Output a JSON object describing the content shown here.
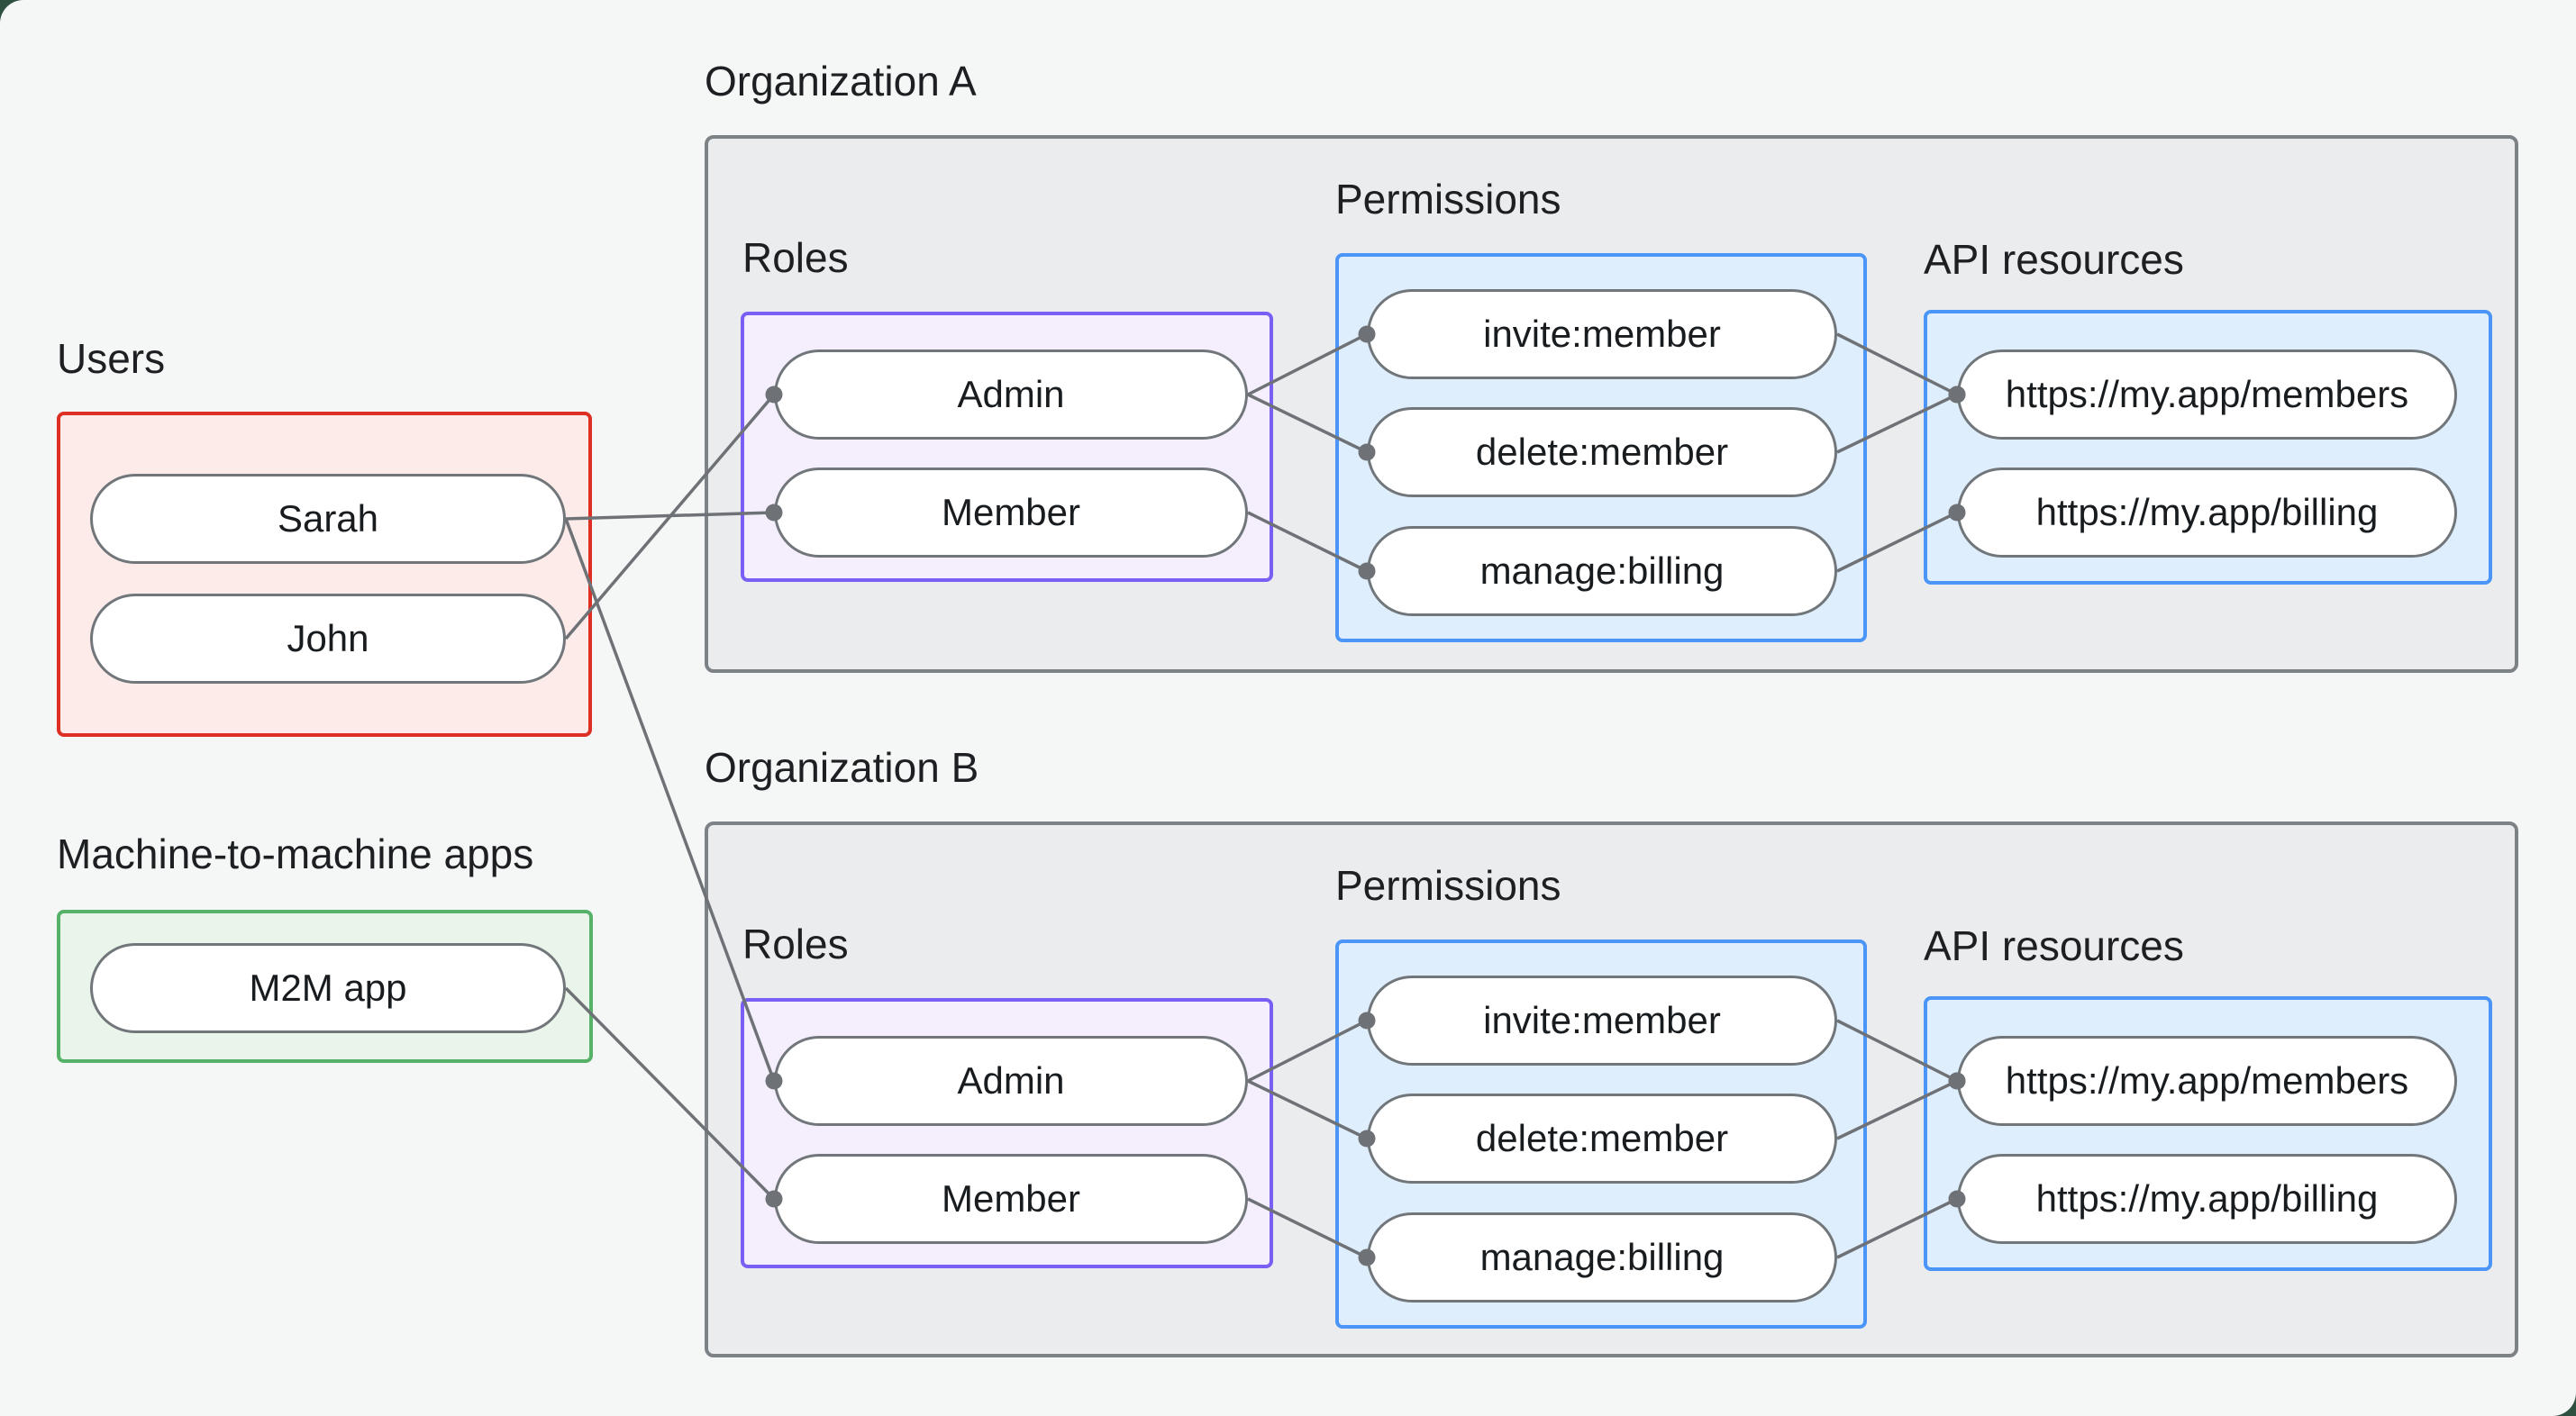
{
  "page": {
    "background": "#f5f7f6",
    "corner_background": "#2e5040"
  },
  "labels": {
    "users": "Users",
    "m2m": "Machine-to-machine apps",
    "org_a": "Organization A",
    "org_b": "Organization B",
    "roles": "Roles",
    "permissions": "Permissions",
    "api_resources": "API resources"
  },
  "nodes": {
    "sarah": {
      "label": "Sarah"
    },
    "john": {
      "label": "John"
    },
    "m2m_app": {
      "label": "M2M app"
    },
    "orgA_admin": {
      "label": "Admin"
    },
    "orgA_member": {
      "label": "Member"
    },
    "orgA_invite": {
      "label": "invite:member"
    },
    "orgA_delete": {
      "label": "delete:member"
    },
    "orgA_manage": {
      "label": "manage:billing"
    },
    "orgA_api_members": {
      "label": "https://my.app/members"
    },
    "orgA_api_billing": {
      "label": "https://my.app/billing"
    },
    "orgB_admin": {
      "label": "Admin"
    },
    "orgB_member": {
      "label": "Member"
    },
    "orgB_invite": {
      "label": "invite:member"
    },
    "orgB_delete": {
      "label": "delete:member"
    },
    "orgB_manage": {
      "label": "manage:billing"
    },
    "orgB_api_members": {
      "label": "https://my.app/members"
    },
    "orgB_api_billing": {
      "label": "https://my.app/billing"
    }
  },
  "edges": [
    {
      "from": "sarah",
      "to": "orgA_member"
    },
    {
      "from": "john",
      "to": "orgA_admin"
    },
    {
      "from": "sarah",
      "to": "orgB_admin"
    },
    {
      "from": "m2m_app",
      "to": "orgB_member"
    },
    {
      "from": "orgA_admin",
      "to": "orgA_invite"
    },
    {
      "from": "orgA_admin",
      "to": "orgA_delete"
    },
    {
      "from": "orgA_member",
      "to": "orgA_manage"
    },
    {
      "from": "orgA_invite",
      "to": "orgA_api_members"
    },
    {
      "from": "orgA_delete",
      "to": "orgA_api_members"
    },
    {
      "from": "orgA_manage",
      "to": "orgA_api_billing"
    },
    {
      "from": "orgB_admin",
      "to": "orgB_invite"
    },
    {
      "from": "orgB_admin",
      "to": "orgB_delete"
    },
    {
      "from": "orgB_member",
      "to": "orgB_manage"
    },
    {
      "from": "orgB_invite",
      "to": "orgB_api_members"
    },
    {
      "from": "orgB_delete",
      "to": "orgB_api_members"
    },
    {
      "from": "orgB_manage",
      "to": "orgB_api_billing"
    }
  ],
  "colors": {
    "users_border": "#dd2f24",
    "users_fill": "#fcebe9",
    "m2m_border": "#57b269",
    "m2m_fill": "#e9f5ea",
    "roles_border": "#7a5ff5",
    "roles_fill": "#f4eefd",
    "permissions_border": "#4a95f7",
    "permissions_fill": "#dfeefd",
    "org_border": "#7d8286",
    "org_fill": "#ebeced",
    "edge_line": "#6e7276",
    "pill_border": "#71767a"
  }
}
